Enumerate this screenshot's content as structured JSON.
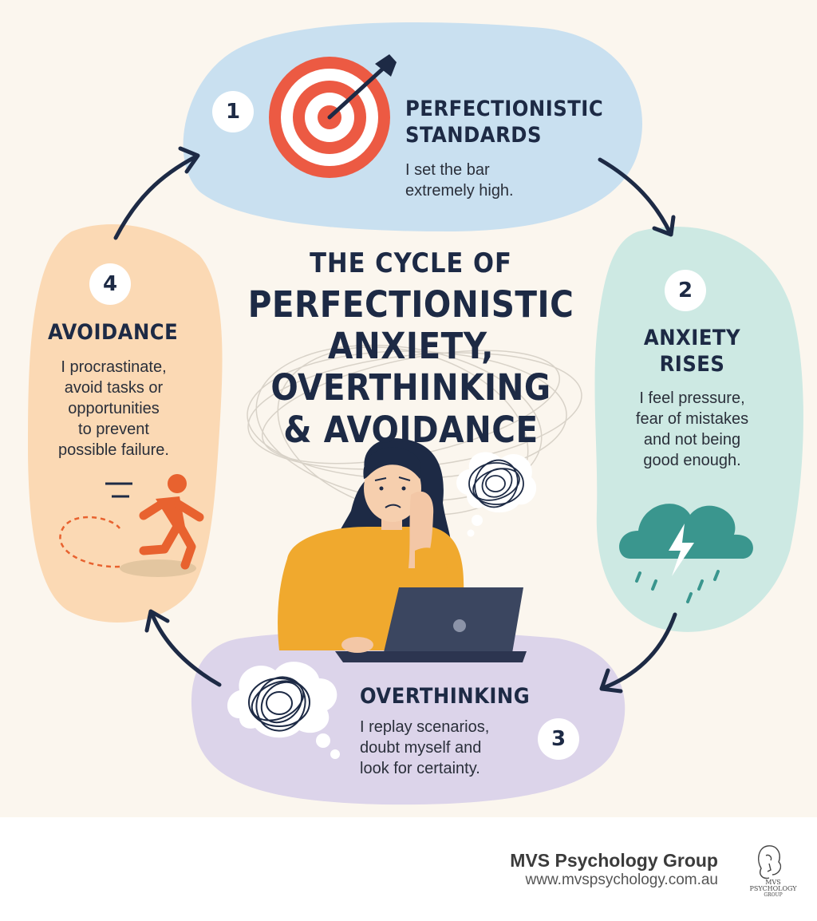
{
  "title": {
    "line1": "THE CYCLE OF",
    "line2": "PERFECTIONISTIC",
    "line3": "ANXIETY,",
    "line4": "OVERTHINKING",
    "line5": "& AVOIDANCE"
  },
  "steps": [
    {
      "number": "1",
      "heading_line1": "PERFECTIONISTIC",
      "heading_line2": "STANDARDS",
      "desc_line1": "I set the bar",
      "desc_line2": "extremely high.",
      "color": "#c9e0f0",
      "icon": "target-icon"
    },
    {
      "number": "2",
      "heading_line1": "ANXIETY",
      "heading_line2": "RISES",
      "desc_line1": "I feel pressure,",
      "desc_line2": "fear of mistakes",
      "desc_line3": "and not being",
      "desc_line4": "good enough.",
      "color": "#cde9e3",
      "icon": "storm-cloud-icon"
    },
    {
      "number": "3",
      "heading_line1": "OVERTHINKING",
      "desc_line1": "I replay scenarios,",
      "desc_line2": "doubt myself and",
      "desc_line3": "look for certainty.",
      "color": "#dcd4ea",
      "icon": "tangled-thought-icon"
    },
    {
      "number": "4",
      "heading_line1": "AVOIDANCE",
      "desc_line1": "I procrastinate,",
      "desc_line2": "avoid tasks or",
      "desc_line3": "opportunities",
      "desc_line4": "to prevent",
      "desc_line5": "possible failure.",
      "color": "#fbd9b4",
      "icon": "running-person-icon"
    }
  ],
  "footer": {
    "name": "MVS Psychology Group",
    "url": "www.mvspsychology.com.au",
    "logo_text_line1": "MVS",
    "logo_text_line2": "PSYCHOLOGY",
    "logo_text_line3": "GROUP"
  },
  "colors": {
    "background": "#fbf6ee",
    "text_dark": "#1d2a45",
    "target_red": "#ec5a43",
    "runner_orange": "#e8622f",
    "cloud_teal": "#3a968e",
    "sweater_yellow": "#f0a92e",
    "laptop_navy": "#3b4660"
  }
}
